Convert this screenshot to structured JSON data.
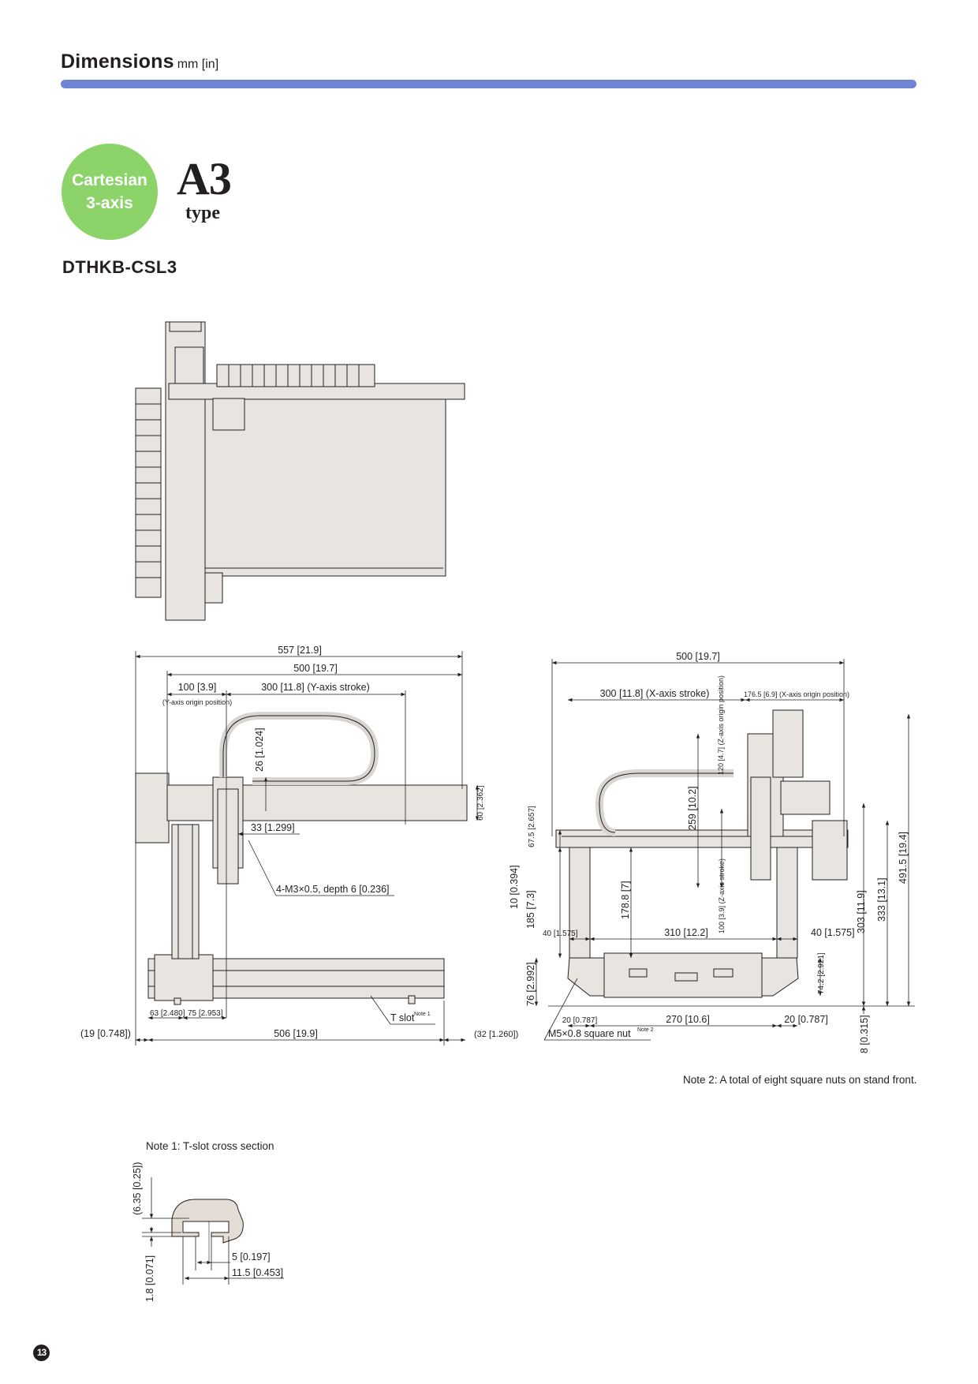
{
  "header": {
    "title": "Dimensions",
    "unit": "mm [in]"
  },
  "badge": {
    "line1": "Cartesian",
    "line2": "3-axis"
  },
  "type_label": {
    "code": "A3",
    "word": "type"
  },
  "model": "DTHKB-CSL3",
  "side_view": {
    "dim_557": "557 [21.9]",
    "dim_500": "500 [19.7]",
    "dim_100": "100 [3.9]",
    "y_origin": "(Y-axis origin position)",
    "y_stroke": "300 [11.8] (Y-axis stroke)",
    "dim_26": "26 [1.024]",
    "dim_60": "60 [2.362]",
    "dim_33": "33 [1.299]",
    "tap": "4-M3×0.5, depth 6 [0.236]",
    "dim_63": "63 [2.480]",
    "dim_75": "75 [2.953]",
    "tslot": "T slot",
    "tslot_note": "Note 1",
    "dim_19": "(19 [0.748])",
    "dim_506": "506 [19.9]",
    "dim_32": "(32 [1.260])"
  },
  "front_view": {
    "dim_500": "500 [19.7]",
    "x_stroke": "300 [11.8] (X-axis stroke)",
    "x_origin": "176.5 [6.9] (X-axis origin position)",
    "z_origin": "120 [4.7] (Z-axis origin position)",
    "dim_259": "259 [10.2]",
    "z_stroke": "100 [3.9] (Z-axis stroke)",
    "dim_67": "67.5 [2.657]",
    "dim_10": "10 [0.394]",
    "dim_185": "185 [7.3]",
    "dim_178": "178.8 [7]",
    "dim_40a": "40 [1.575]",
    "dim_310": "310 [12.2]",
    "dim_40b": "40 [1.575]",
    "dim_303": "303 [11.9]",
    "dim_333": "333 [13.1]",
    "dim_491": "491.5 [19.4]",
    "dim_76": "76 [2.992]",
    "dim_74": "74.2 [2.921]",
    "dim_20a": "20 [0.787]",
    "dim_270": "270 [10.6]",
    "dim_20b": "20 [0.787]",
    "nut": "M5×0.8 square nut",
    "nut_note": "Note 2",
    "dim_8": "8 [0.315]"
  },
  "note2": "Note 2: A total of eight square nuts on stand front.",
  "tslot_section": {
    "title": "Note 1: T-slot cross section",
    "dim_635": "(6.35 [0.25])",
    "dim_18": "1.8 [0.071]",
    "dim_5": "5 [0.197]",
    "dim_115": "11.5 [0.453]"
  },
  "page_number": "13",
  "colors": {
    "rule": "#6f84d3",
    "badge": "#8cd36a",
    "part_fill": "#e8e4e0",
    "line": "#231f20"
  }
}
